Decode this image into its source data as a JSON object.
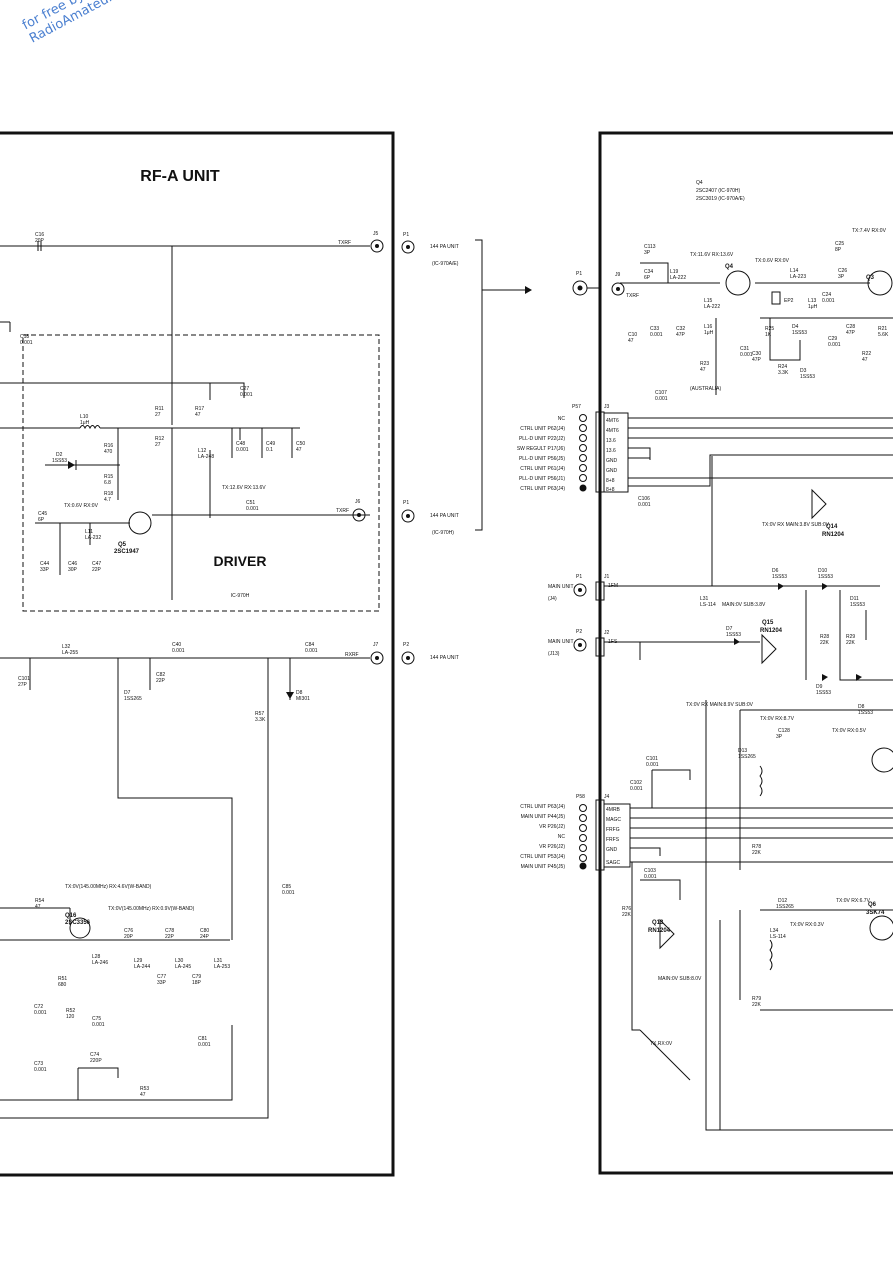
{
  "watermark": {
    "line1": "for free by",
    "line2": "RadioAmateur.eu"
  },
  "left_panel": {
    "title": "RF-A UNIT",
    "driver_label": "DRIVER",
    "driver_model": "IC-970H",
    "connectors": {
      "j5": "J5",
      "j6": "J6",
      "j7": "J7"
    },
    "net_labels": {
      "txrf_top": "TXRF",
      "txrf_driver": "TXRF",
      "rxrf": "RXRF"
    },
    "components": [
      {
        "ref": "C16",
        "val": "20P"
      },
      {
        "ref": "C18",
        "val": "0.001"
      },
      {
        "ref": "L10",
        "val": "1μH"
      },
      {
        "ref": "D2",
        "val": "1SS53"
      },
      {
        "ref": "R16",
        "val": "470"
      },
      {
        "ref": "R15",
        "val": "6.8"
      },
      {
        "ref": "R18",
        "val": "4.7"
      },
      {
        "ref": "C45",
        "val": "6P"
      },
      {
        "ref": "L11",
        "val": "LA-232"
      },
      {
        "ref": "Q5",
        "val": "2SC1947"
      },
      {
        "ref": "C44",
        "val": "33P"
      },
      {
        "ref": "C46",
        "val": "30P"
      },
      {
        "ref": "C47",
        "val": "22P"
      },
      {
        "ref": "R11",
        "val": "27"
      },
      {
        "ref": "R12",
        "val": "27"
      },
      {
        "ref": "R17",
        "val": "47"
      },
      {
        "ref": "C27",
        "val": "0.001"
      },
      {
        "ref": "C51",
        "val": "0.001"
      },
      {
        "ref": "L12",
        "val": "LA-248"
      },
      {
        "ref": "C48",
        "val": "0.001"
      },
      {
        "ref": "C49",
        "val": "0.1"
      },
      {
        "ref": "C50",
        "val": "47"
      },
      {
        "ref": "L32",
        "val": "LA-255"
      },
      {
        "ref": "C40",
        "val": "0.001"
      },
      {
        "ref": "C84",
        "val": "0.001"
      },
      {
        "ref": "C101",
        "val": "27P"
      },
      {
        "ref": "C82",
        "val": "22P"
      },
      {
        "ref": "D7",
        "val": "1SS265"
      },
      {
        "ref": "D8",
        "val": "MI301"
      },
      {
        "ref": "R57",
        "val": "3.3K"
      },
      {
        "ref": "C85",
        "val": "0.001"
      },
      {
        "ref": "R54",
        "val": "47"
      },
      {
        "ref": "Q16",
        "val": "2SC3356"
      },
      {
        "ref": "R51",
        "val": "680"
      },
      {
        "ref": "R52",
        "val": "120"
      },
      {
        "ref": "C72",
        "val": "0.001"
      },
      {
        "ref": "C73",
        "val": "0.001"
      },
      {
        "ref": "C75",
        "val": "0.001"
      },
      {
        "ref": "C76",
        "val": "20P"
      },
      {
        "ref": "L28",
        "val": "LA-246"
      },
      {
        "ref": "L29",
        "val": "LA-244"
      },
      {
        "ref": "C77",
        "val": "33P"
      },
      {
        "ref": "C78",
        "val": "22P"
      },
      {
        "ref": "L30",
        "val": "LA-245"
      },
      {
        "ref": "C79",
        "val": "18P"
      },
      {
        "ref": "C80",
        "val": "24P"
      },
      {
        "ref": "L31",
        "val": "LA-253"
      },
      {
        "ref": "C81",
        "val": "0.001"
      },
      {
        "ref": "C74",
        "val": "220P"
      },
      {
        "ref": "R53",
        "val": "47"
      }
    ],
    "notes": {
      "q5_bias": "TX:0.6V RX:0V",
      "driver_supply": "TX:12.6V RX:13.6V",
      "q16_emitter": "TX:0V(145.00MHz) RX:4.6V(W-BAND)",
      "q16_base": "TX:0V(145.00MHz) RX:0.9V(W-BAND)"
    }
  },
  "middle": {
    "p1_top": {
      "ref": "P1",
      "desc": "144 PA UNIT",
      "model": "(IC-970A/E)"
    },
    "p1_mid": {
      "ref": "P1",
      "desc": "144 PA UNIT",
      "model": "(IC-970H)"
    },
    "p2": {
      "ref": "P2",
      "desc": "144 PA UNIT"
    },
    "p57": {
      "ref": "P57",
      "pins": [
        "NC",
        "CTRL UNIT P62(J4)",
        "PLL-D UNIT P22(J2)",
        "SW REGULT P17(J6)",
        "PLL-D UNIT P56(J5)",
        "CTRL UNIT P61(J4)",
        "PLL-D UNIT P56(J1)",
        "CTRL UNIT P63(J4)"
      ]
    },
    "p1_main": {
      "ref": "P1",
      "desc": "MAIN UNIT",
      "conn": "(J4)"
    },
    "p2_main": {
      "ref": "P2",
      "desc": "MAIN UNIT",
      "conn": "(J13)"
    },
    "p58": {
      "ref": "P58",
      "pins": [
        "CTRL UNIT P63(J4)",
        "MAIN UNIT P44(J5)",
        "VR P26(J2)",
        "NC",
        "VR P26(J2)",
        "CTRL UNIT P53(J4)",
        "MAIN UNIT P45(J5)"
      ]
    }
  },
  "right_panel": {
    "q4": {
      "ref": "Q4",
      "part1": "2SC2407 (IC-970H)",
      "part2": "2SC3019 (IC-970A/E)"
    },
    "j3_pins": [
      "4MT6",
      "4MT6",
      "13.6",
      "13.6",
      "GND",
      "GND",
      "8+8",
      "8+8"
    ],
    "j4_pins": [
      "4MRB",
      "MAGC",
      "FRFG",
      "FRFS",
      "GND",
      "SAGC"
    ],
    "j9": "J9",
    "j1": "J1",
    "j2": "J2",
    "j1_sig": "1FM",
    "j2_sig": "1FS",
    "j9_sig": "TXRF",
    "q14": {
      "ref": "Q14",
      "part": "RN1204",
      "note": "TX:0V RX MAIN:3.8V SUB:0V"
    },
    "q15": {
      "ref": "Q15",
      "part": "RN1204",
      "note": "MAIN:0V SUB:3.8V"
    },
    "q13": {
      "ref": "Q13",
      "part": "RN1204",
      "note": "MAIN:0V SUB:8.0V"
    },
    "q6": {
      "ref": "Q6",
      "part": "3SK74"
    },
    "q3": {
      "ref": "Q3"
    },
    "components": [
      {
        "ref": "C113",
        "val": "3P"
      },
      {
        "ref": "C34",
        "val": "6P"
      },
      {
        "ref": "L19",
        "val": "LA-222"
      },
      {
        "ref": "L14",
        "val": "LA-223"
      },
      {
        "ref": "C26",
        "val": "3P"
      },
      {
        "ref": "C25",
        "val": "8P"
      },
      {
        "ref": "EP2",
        "val": ""
      },
      {
        "ref": "L13",
        "val": "1μH"
      },
      {
        "ref": "C24",
        "val": "0.001"
      },
      {
        "ref": "R25",
        "val": "1K"
      },
      {
        "ref": "D4",
        "val": "1SS53"
      },
      {
        "ref": "D3",
        "val": "1SS53"
      },
      {
        "ref": "R24",
        "val": "3.3K"
      },
      {
        "ref": "R23",
        "val": "47"
      },
      {
        "ref": "C31",
        "val": "0.001"
      },
      {
        "ref": "L15",
        "val": "LA-222"
      },
      {
        "ref": "L16",
        "val": "1μH"
      },
      {
        "ref": "C33",
        "val": "0.001"
      },
      {
        "ref": "C32",
        "val": "47P"
      },
      {
        "ref": "C10",
        "val": "47"
      },
      {
        "ref": "C30",
        "val": "47P"
      },
      {
        "ref": "C107",
        "val": "0.001"
      },
      {
        "ref": "C106",
        "val": "0.001"
      },
      {
        "ref": "C28",
        "val": "47P"
      },
      {
        "ref": "C29",
        "val": "0.001"
      },
      {
        "ref": "R21",
        "val": "5.6K"
      },
      {
        "ref": "R22",
        "val": "47"
      },
      {
        "ref": "D6",
        "val": "1SS53"
      },
      {
        "ref": "D10",
        "val": "1SS53"
      },
      {
        "ref": "D11",
        "val": "1SS53"
      },
      {
        "ref": "D7",
        "val": "1SS53"
      },
      {
        "ref": "D9",
        "val": "1SS53"
      },
      {
        "ref": "D8",
        "val": "1SS53"
      },
      {
        "ref": "R28",
        "val": "22K"
      },
      {
        "ref": "R29",
        "val": "22K"
      },
      {
        "ref": "C128",
        "val": "3P"
      },
      {
        "ref": "D13",
        "val": "1SS265"
      },
      {
        "ref": "L31",
        "val": "LS-114"
      },
      {
        "ref": "C101",
        "val": "0.001"
      },
      {
        "ref": "C102",
        "val": "0.001"
      },
      {
        "ref": "C103",
        "val": "0.001"
      },
      {
        "ref": "R76",
        "val": "22K"
      },
      {
        "ref": "R78",
        "val": "22K"
      },
      {
        "ref": "R79",
        "val": "22K"
      },
      {
        "ref": "D12",
        "val": "1SS265"
      },
      {
        "ref": "L34",
        "val": "LS-114"
      }
    ],
    "notes": {
      "q4_c": "TX:11.6V RX:13.6V",
      "q4_b": "TX:0.6V RX:0V",
      "q3_c": "TX:7.4V RX:0V",
      "main_flag": "TX:0V RX MAIN:8.9V SUB:0V",
      "d13_note": "TX:0V RX:8.7V",
      "d13_note2": "TX:0V RX:0.5V",
      "d12_note": "TX:0V RX:6.7V",
      "l34_note": "TX:0V RX:0.3V",
      "txrx": "TX,RX:0V",
      "australia": "(AUSTRALIA)"
    }
  }
}
